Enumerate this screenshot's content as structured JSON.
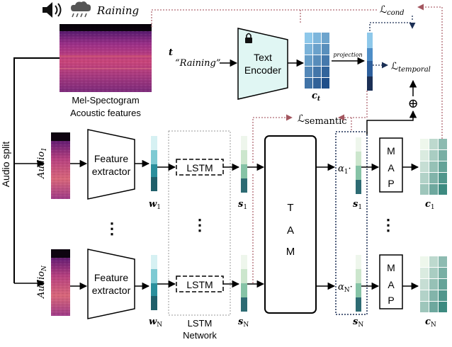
{
  "top": {
    "weather_label": "Raining",
    "spec_caption_1": "Mel-Spectogram",
    "spec_caption_2": "Acoustic features",
    "t_symbol": "t",
    "t_quote": "“Raining”",
    "text_encoder_line1": "Text",
    "text_encoder_line2": "Encoder",
    "c_t": "c",
    "c_t_sub": "t",
    "projection": "projection",
    "loss_cond": "ℒ",
    "loss_cond_sub": "cond",
    "loss_temporal": "ℒ",
    "loss_temporal_sub": "temporal",
    "oplus": "⊕",
    "loss_semantic": "ℒ",
    "loss_semantic_sub": "semantic"
  },
  "left": {
    "audio_split": "Audio split",
    "audio_1": "Audio",
    "audio_1_sub": "1",
    "audio_n": "Audio",
    "audio_n_sub": "N",
    "dots": "⋮"
  },
  "pipeline": {
    "feature_line1": "Feature",
    "feature_line2": "extractor",
    "w1": "w",
    "w1_sub": "1",
    "wN": "w",
    "wN_sub": "N",
    "lstm": "LSTM",
    "lstm_network_1": "LSTM",
    "lstm_network_2": "Network",
    "s1": "s",
    "s1_sub": "1",
    "sN": "s",
    "sN_sub": "N",
    "tam_t": "T",
    "tam_a": "A",
    "tam_m": "M",
    "alpha1": "α",
    "alpha1_sub": "1",
    "alphaN": "α",
    "alphaN_sub": "N",
    "dot_mult": "·",
    "s1b": "s",
    "s1b_sub": "1",
    "sNb": "s",
    "sNb_sub": "N",
    "map_m": "M",
    "map_a": "A",
    "map_p": "P",
    "c1": "c",
    "c1_sub": "1",
    "cN": "c",
    "cN_sub": "N"
  },
  "colors": {
    "teal_dark": "#2d6b73",
    "teal_mid": "#3f95a0",
    "teal_light": "#a9d9df",
    "blue_dark": "#1f4f8a",
    "encoder_fill": "#e0f6f3",
    "dotted_red": "#b06a73"
  }
}
